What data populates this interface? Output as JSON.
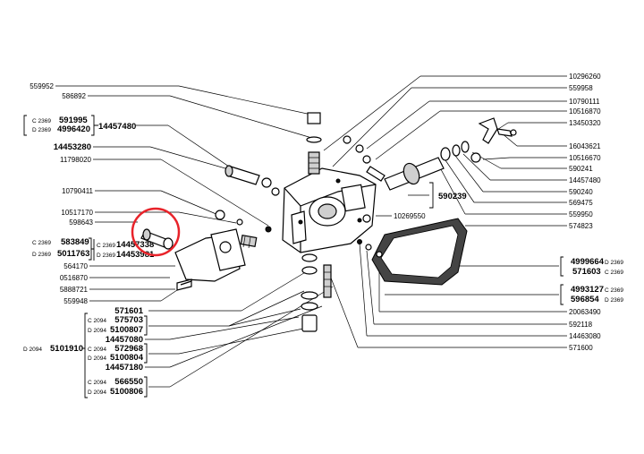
{
  "left_labels": [
    {
      "text": "559952"
    },
    {
      "text": "586892"
    },
    {
      "text": "11798020"
    },
    {
      "text": "10790411"
    },
    {
      "text": "10517170"
    },
    {
      "text": "598643"
    },
    {
      "text": "564170"
    },
    {
      "text": "0516870"
    },
    {
      "text": "5888721"
    },
    {
      "text": "559948"
    }
  ],
  "left_top_group": {
    "c_code": "C 2369",
    "c_part": "591995",
    "d_code": "D 2369",
    "d_part": "4996420",
    "shared": "14457480"
  },
  "left_mid_single": "14453280",
  "left_mid_group": {
    "c_code_a": "C 2369",
    "c_part_a": "583849",
    "d_code_a": "D 2369",
    "d_part_a": "5011763",
    "c_code_b": "C 2369",
    "c_part_b": "14457338",
    "d_code_b": "D 2369",
    "d_part_b": "14453981"
  },
  "bottom_group": {
    "outer_code": "D 2094",
    "outer_part": "5101910",
    "rows": [
      {
        "code": "",
        "part": "571601"
      },
      {
        "code": "C 2094",
        "part": "575703"
      },
      {
        "code": "D 2094",
        "part": "5100807"
      },
      {
        "code": "",
        "part": "14457080"
      },
      {
        "code": "C 2094",
        "part": "572968"
      },
      {
        "code": "D 2094",
        "part": "5100804"
      },
      {
        "code": "",
        "part": "14457180"
      },
      {
        "code": "C 2094",
        "part": "566550"
      },
      {
        "code": "D 2094",
        "part": "5100806"
      }
    ]
  },
  "right_labels": [
    {
      "text": "10296260"
    },
    {
      "text": "559958"
    },
    {
      "text": "10790111"
    },
    {
      "text": "10516870"
    },
    {
      "text": "13450320"
    },
    {
      "text": "16043621"
    },
    {
      "text": "10516670"
    },
    {
      "text": "590241"
    },
    {
      "text": "14457480"
    },
    {
      "text": "590240"
    },
    {
      "text": "569475"
    },
    {
      "text": "559950"
    },
    {
      "text": "574823"
    }
  ],
  "right_group_590239": "590239",
  "mid_label_10269550": "10269550",
  "right_bottom_groups": [
    {
      "part_a": "4999664",
      "code_a": "D 2369",
      "part_b": "571603",
      "code_b": "C 2369"
    },
    {
      "part_a": "4993127",
      "code_a": "C 2369",
      "part_b": "596854",
      "code_b": "D 2369"
    }
  ],
  "right_bottom_labels": [
    {
      "text": "20063490"
    },
    {
      "text": "592118"
    },
    {
      "text": "14463080"
    },
    {
      "text": "571600"
    }
  ],
  "highlight_color": "#e8232a"
}
